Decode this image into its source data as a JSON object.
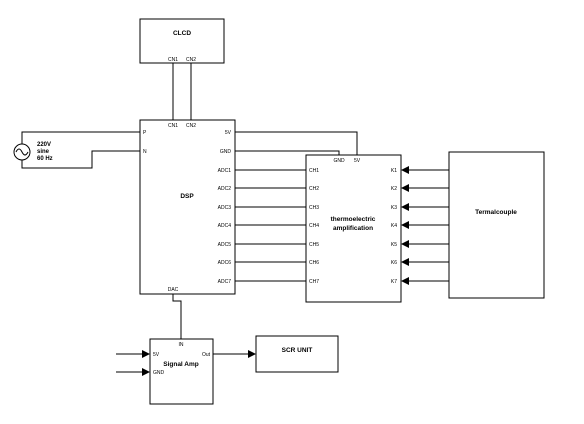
{
  "clcd": {
    "title": "CLCD",
    "pins": [
      "CN1",
      "CN2"
    ]
  },
  "dsp": {
    "title": "DSP",
    "top_pins": [
      "CN1",
      "CN2"
    ],
    "left_pins": [
      "P",
      "N"
    ],
    "right_pins": [
      "5V",
      "GND",
      "ADC1",
      "ADC2",
      "ADC3",
      "ADC4",
      "ADC5",
      "ADC6",
      "ADC7"
    ],
    "bottom_pin": "DAC"
  },
  "source": {
    "line1": "220V",
    "line2": "sine",
    "line3": "60 Hz"
  },
  "amp": {
    "title_line1": "thermoelectric",
    "title_line2": "amplification",
    "top_pins": [
      "GND",
      "5V"
    ],
    "left_pins": [
      "CH1",
      "CH2",
      "CH3",
      "CH4",
      "CH5",
      "CH6",
      "CH7"
    ],
    "right_pins": [
      "K1",
      "K2",
      "K3",
      "K4",
      "K5",
      "K6",
      "K7"
    ]
  },
  "thermocouple": {
    "title": "Termalcouple"
  },
  "signal_amp": {
    "title": "Signal Amp",
    "pin_in": "IN",
    "pin_5v": "5V",
    "pin_gnd": "GND",
    "pin_out": "Out"
  },
  "scr": {
    "title": "SCR UNIT"
  }
}
